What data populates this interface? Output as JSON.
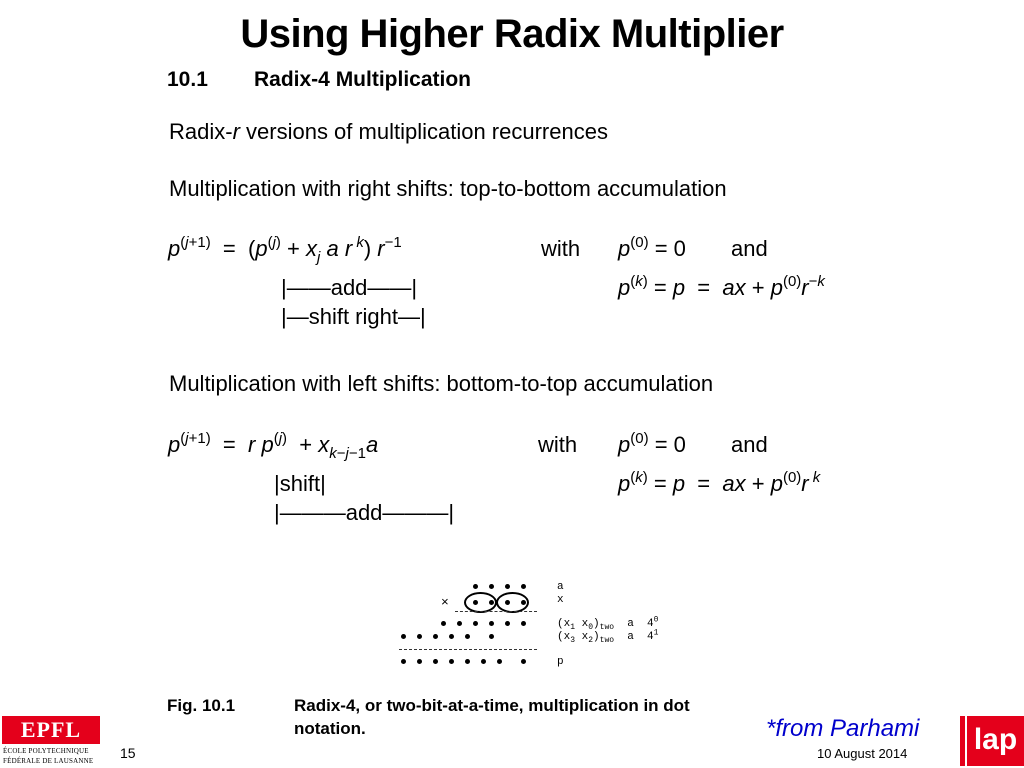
{
  "slide": {
    "title": "Using Higher Radix Multiplier",
    "section_number": "10.1",
    "section_title": "Radix-4 Multiplication",
    "intro_pre": "Radix-",
    "intro_var": "r",
    "intro_post": " versions of multiplication recurrences",
    "right_heading": "Multiplication with right shifts: top-to-bottom accumulation",
    "right_ann_add": "|——add——|",
    "right_ann_shift": "|—shift right—|",
    "left_heading": "Multiplication with left shifts: bottom-to-top accumulation",
    "left_ann_shift": "|shift|",
    "left_ann_add": "|———add———|",
    "with": "with",
    "and": "and",
    "caption_label": "Fig. 10.1",
    "caption_text": "Radix-4,  or  two-bit-at-a-time,  multiplication  in  dot",
    "caption_text2": "notation.",
    "credit": "*from Parhami",
    "page_number": "15",
    "date": "10 August 2014"
  },
  "diagram": {
    "times": "×",
    "a": "a",
    "x": "x",
    "p": "p",
    "row1_label": "(x1 x0)two  a 4^0",
    "row2_label": "(x3 x2)two  a 4^1"
  },
  "logos": {
    "epfl": "EPFL",
    "epfl_line1": "ÉCOLE POLYTECHNIQUE",
    "epfl_line2": "FÉDÉRALE DE LAUSANNE",
    "lap": "lap",
    "epfl_color": "#e4001b",
    "lap_color": "#e4001b"
  },
  "colors": {
    "credit": "#0000cc"
  }
}
